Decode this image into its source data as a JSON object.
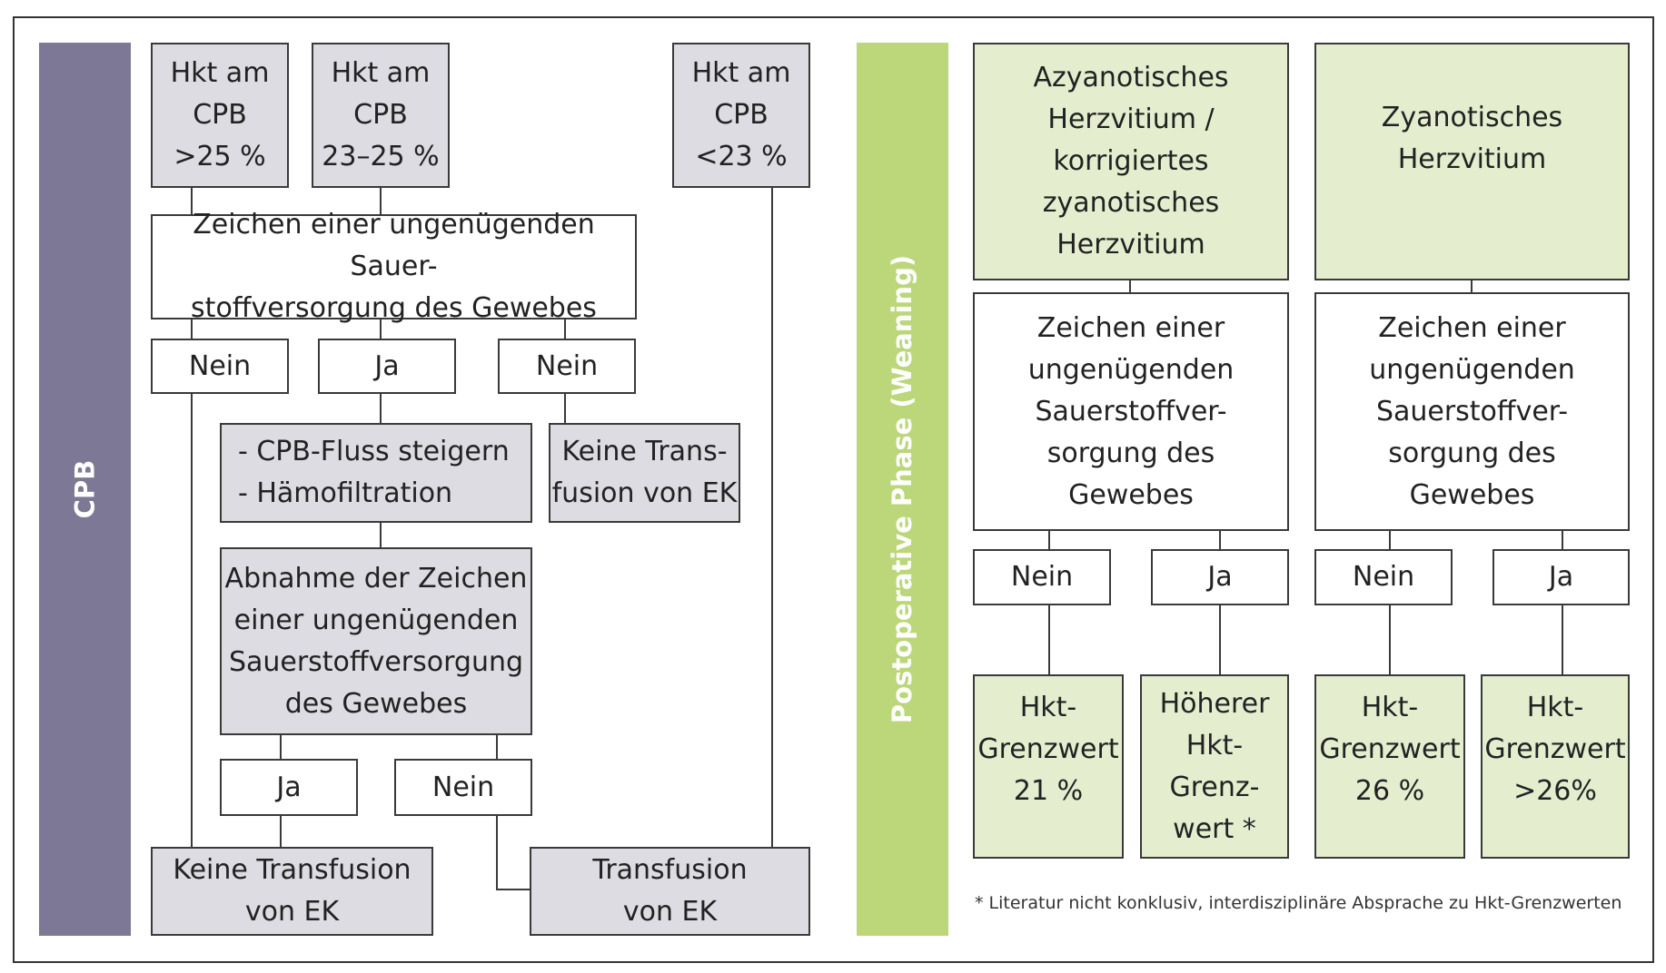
{
  "colors": {
    "cpb_bar": "#7c7896",
    "weaning_bar": "#bcd77a",
    "grey_box": "#dcdce2",
    "green_box": "#e4eecf",
    "line": "#3a3a3a"
  },
  "sidebars": {
    "cpb": "CPB",
    "weaning": "Postoperative Phase (Weaning)"
  },
  "cpb_flow": {
    "hkt_high": "Hkt am\nCPB\n>25 %",
    "hkt_mid": "Hkt am\nCPB\n23–25 %",
    "hkt_low": "Hkt am\nCPB\n<23 %",
    "signs_question": "Zeichen einer ungenügenden Sauer-\nstoffversorgung des Gewebes",
    "nein_left": "Nein",
    "ja_mid": "Ja",
    "nein_right": "Nein",
    "measures": "-  CPB-Fluss steigern\n-  Hämofiltration",
    "no_transfusion_short": "Keine Trans-\nfusion von EK",
    "decrease_signs": "Abnahme der Zeichen\neiner ungenügenden\nSauerstoffversorgung\ndes Gewebes",
    "ja_bottom": "Ja",
    "nein_bottom": "Nein",
    "no_transfusion": "Keine Transfusion\nvon EK",
    "transfusion": "Transfusion\nvon EK"
  },
  "weaning_flow": {
    "acyanotic": "Azyanotisches\nHerzvitium /\nkorrigiertes\nzyanotisches\nHerzvitium",
    "cyanotic": "Zyanotisches\nHerzvitium",
    "signs_left": "Zeichen einer\nungenügenden\nSauerstoffver-\nsorgung des\nGewebes",
    "signs_right": "Zeichen einer\nungenügenden\nSauerstoffver-\nsorgung des\nGewebes",
    "nein_1": "Nein",
    "ja_1": "Ja",
    "nein_2": "Nein",
    "ja_2": "Ja",
    "threshold_21": "Hkt-\nGrenzwert\n21 %",
    "threshold_higher": "Höherer\nHkt-\nGrenz-\nwert *",
    "threshold_26": "Hkt-\nGrenzwert\n26 %",
    "threshold_gt26": "Hkt-\nGrenzwert\n>26%"
  },
  "footnote": "* Literatur nicht konklusiv, interdisziplinäre Absprache zu Hkt-Grenzwerten"
}
